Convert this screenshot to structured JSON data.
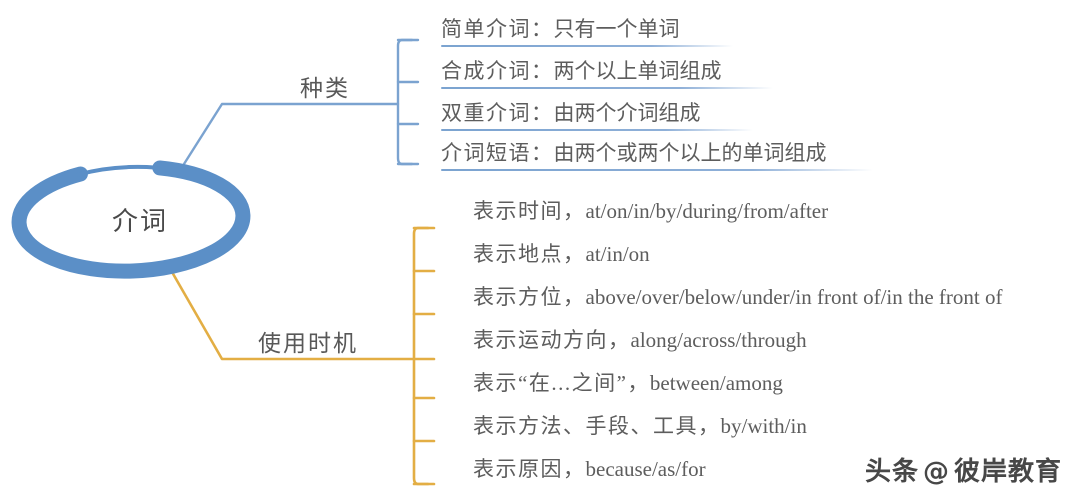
{
  "root": {
    "label": "介词",
    "shape": "ellipse",
    "color": "#5B8FC7"
  },
  "branches": [
    {
      "title": "种类",
      "color": "#7BA3D0",
      "items": [
        {
          "cn": "简单介词：",
          "en": "只有一个单词"
        },
        {
          "cn": "合成介词：",
          "en": "两个以上单词组成"
        },
        {
          "cn": "双重介词：",
          "en": "由两个介词组成"
        },
        {
          "cn": "介词短语：",
          "en": "由两个或两个以上的单词组成"
        }
      ]
    },
    {
      "title": "使用时机",
      "color": "#E3AE44",
      "items": [
        {
          "cn": "表示时间，",
          "en": "at/on/in/by/during/from/after"
        },
        {
          "cn": "表示地点，",
          "en": "at/in/on"
        },
        {
          "cn": "表示方位，",
          "en": "above/over/below/under/in front of/in the front of"
        },
        {
          "cn": "表示运动方向，",
          "en": "along/across/through"
        },
        {
          "cn": "表示“在...之间”，",
          "en": "between/among"
        },
        {
          "cn": "表示方法、手段、工具，",
          "en": "by/with/in"
        },
        {
          "cn": "表示原因，",
          "en": "because/as/for"
        }
      ]
    }
  ],
  "watermark": {
    "prefix": "头条",
    "at": "@",
    "name": "彼岸教育"
  }
}
